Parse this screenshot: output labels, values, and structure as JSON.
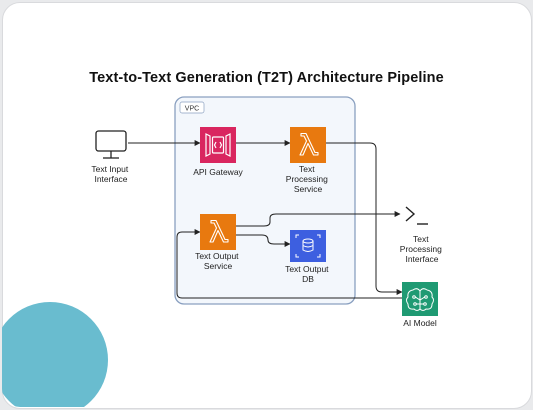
{
  "title": "Text-to-Text Generation (T2T) Architecture Pipeline",
  "vpc": {
    "label": "VPC"
  },
  "nodes": {
    "text_input": {
      "label_lines": [
        "Text Input",
        "Interface"
      ],
      "icon": "monitor-icon"
    },
    "api_gateway": {
      "label_lines": [
        "API Gateway"
      ],
      "icon": "api-gateway-icon"
    },
    "text_processing_service": {
      "label_lines": [
        "Text",
        "Processing",
        "Service"
      ],
      "icon": "lambda-icon"
    },
    "text_output_service": {
      "label_lines": [
        "Text Output",
        "Service"
      ],
      "icon": "lambda-icon"
    },
    "text_output_db": {
      "label_lines": [
        "Text Output",
        "DB"
      ],
      "icon": "database-icon"
    },
    "text_processing_interface": {
      "label_lines": [
        "Text",
        "Processing",
        "Interface"
      ],
      "icon": "terminal-icon"
    },
    "ai_model": {
      "label_lines": [
        "AI Model"
      ],
      "icon": "ai-brain-icon"
    }
  },
  "colors": {
    "api_gateway": "#d9265f",
    "lambda": "#e8790f",
    "database": "#3d5fe0",
    "ai_model": "#1f9a73",
    "vpc_border": "#8aa0c0",
    "vpc_fill": "#f3f7fc",
    "accent_circle": "#69bccf"
  }
}
